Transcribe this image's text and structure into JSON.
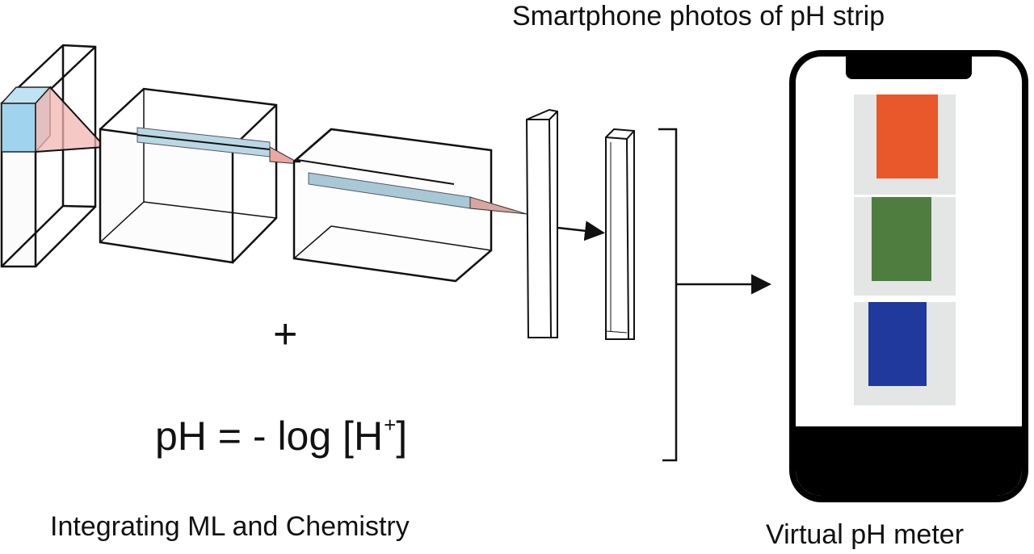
{
  "labels": {
    "top_title": "Smartphone photos of pH strip",
    "left_caption": "Integrating ML and Chemistry",
    "right_caption": "Virtual pH meter",
    "plus": "+",
    "formula_main": "pH = - log [H",
    "formula_sup": "+",
    "formula_end": "]"
  },
  "network": {
    "layers": [
      "input-volume",
      "conv-volume-1",
      "conv-volume-2",
      "dense-layer-1",
      "dense-layer-2"
    ],
    "colors": {
      "filter": "#a8d4ea",
      "projection": "#f0b4b0",
      "line": "#111111"
    }
  },
  "phone": {
    "strips": [
      {
        "name": "acidic-strip",
        "color": "#e8582a"
      },
      {
        "name": "neutral-strip",
        "color": "#4f7d3f"
      },
      {
        "name": "basic-strip",
        "color": "#1f3a9c"
      }
    ],
    "photo_bg": "#e4e6e6"
  }
}
